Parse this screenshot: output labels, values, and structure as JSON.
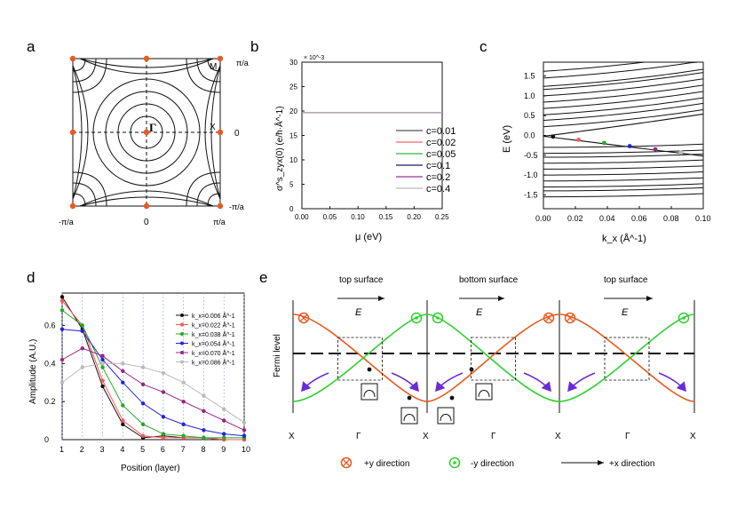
{
  "panel_labels": [
    "a",
    "b",
    "c",
    "d",
    "e"
  ],
  "panel_a": {
    "x_ticks": [
      "-π/a",
      "0",
      "π/a"
    ],
    "y_ticks": [
      "π/a",
      "0",
      "-π/a"
    ],
    "points": {
      "gamma": "Γ",
      "x": "X",
      "m": "M"
    }
  },
  "chart_data": [
    {
      "type": "line",
      "panel": "b",
      "xlabel": "μ (eV)",
      "ylabel": "σ^s_zyx(0) (e/ħ·Å^-1)",
      "y_multiplier": "× 10^-3",
      "xlim": [
        0.0,
        0.25
      ],
      "ylim": [
        0,
        30
      ],
      "x_ticks": [
        "0.00",
        "0.05",
        "0.10",
        "0.15",
        "0.20",
        "0.25"
      ],
      "y_ticks": [
        "0",
        "5",
        "10",
        "15",
        "20",
        "25",
        "30"
      ],
      "legend_position": "bottom-right",
      "series": [
        {
          "name": "c=0.01",
          "color": "#555555",
          "x": [
            0,
            0.25
          ],
          "y": [
            19.7,
            19.7
          ]
        },
        {
          "name": "c=0.02",
          "color": "#ff6666",
          "x": [
            0,
            0.25
          ],
          "y": [
            19.7,
            19.7
          ]
        },
        {
          "name": "c=0.05",
          "color": "#33bb33",
          "x": [
            0,
            0.25
          ],
          "y": [
            19.7,
            19.7
          ]
        },
        {
          "name": "c=0.1",
          "color": "#1a1a66",
          "x": [
            0,
            0.25
          ],
          "y": [
            19.7,
            19.7
          ]
        },
        {
          "name": "c=0.2",
          "color": "#993399",
          "x": [
            0,
            0.25
          ],
          "y": [
            19.7,
            19.7
          ]
        },
        {
          "name": "c=0.4",
          "color": "#bbbbbb",
          "x": [
            0,
            0.25
          ],
          "y": [
            19.7,
            19.7
          ]
        }
      ]
    },
    {
      "type": "line",
      "panel": "c",
      "xlabel": "k_x (Å^-1)",
      "ylabel": "E (eV)",
      "xlim": [
        0.0,
        0.1
      ],
      "ylim": [
        -1.85,
        1.85
      ],
      "x_ticks": [
        "0.00",
        "0.02",
        "0.04",
        "0.06",
        "0.08",
        "0.10"
      ],
      "y_ticks": [
        "1.5",
        "1.0",
        "0.5",
        "0.0",
        "-0.5",
        "-1.0",
        "-1.5"
      ],
      "conduction_band_energies_at_kx0": [
        0.22,
        0.38,
        0.52,
        0.68,
        0.84,
        1.0,
        1.16,
        1.24,
        1.45,
        1.62
      ],
      "valence_band_energies_at_kx0": [
        -0.3,
        -0.45,
        -0.55,
        -0.7,
        -0.85,
        -1.0,
        -1.15,
        -1.3,
        -1.4,
        -1.55
      ],
      "surface_state_points": [
        {
          "kx": 0.006,
          "E": -0.03,
          "color": "#111111"
        },
        {
          "kx": 0.022,
          "E": -0.11,
          "color": "#ff5555"
        },
        {
          "kx": 0.038,
          "E": -0.19,
          "color": "#22aa22"
        },
        {
          "kx": 0.054,
          "E": -0.27,
          "color": "#2222dd"
        },
        {
          "kx": 0.07,
          "E": -0.35,
          "color": "#992288"
        },
        {
          "kx": 0.086,
          "E": -0.43,
          "color": "#bbbbbb"
        }
      ]
    },
    {
      "type": "line",
      "panel": "d",
      "xlabel": "Position (layer)",
      "ylabel": "Amplitude (A.U.)",
      "x": [
        1,
        2,
        3,
        4,
        5,
        6,
        7,
        8,
        9,
        10
      ],
      "ylim": [
        0,
        0.77
      ],
      "legend_position": "top-right",
      "series": [
        {
          "name": "k_x=0.006 Å^-1",
          "color": "#111111",
          "values": [
            0.75,
            0.58,
            0.28,
            0.08,
            0.01,
            0.02,
            0.01,
            0.01,
            0.0,
            0.0
          ]
        },
        {
          "name": "k_x=0.022 Å^-1",
          "color": "#ff5555",
          "values": [
            0.73,
            0.6,
            0.31,
            0.1,
            0.02,
            0.01,
            0.01,
            0.01,
            0.0,
            0.0
          ]
        },
        {
          "name": "k_x=0.038 Å^-1",
          "color": "#22aa22",
          "values": [
            0.68,
            0.6,
            0.38,
            0.18,
            0.08,
            0.03,
            0.02,
            0.01,
            0.01,
            0.01
          ]
        },
        {
          "name": "k_x=0.054 Å^-1",
          "color": "#2222dd",
          "values": [
            0.58,
            0.57,
            0.42,
            0.3,
            0.19,
            0.12,
            0.08,
            0.05,
            0.03,
            0.02
          ]
        },
        {
          "name": "k_x=0.070 Å^-1",
          "color": "#992288",
          "values": [
            0.42,
            0.48,
            0.44,
            0.36,
            0.29,
            0.25,
            0.2,
            0.15,
            0.1,
            0.05
          ]
        },
        {
          "name": "k_x=0.086 Å^-1",
          "color": "#bbbbbb",
          "values": [
            0.3,
            0.38,
            0.4,
            0.4,
            0.38,
            0.35,
            0.3,
            0.23,
            0.16,
            0.09
          ]
        }
      ]
    }
  ],
  "panel_e": {
    "surface_labels": [
      "top surface",
      "bottom surface",
      "top surface"
    ],
    "field_label": "E",
    "fermi_label": "Fermi level",
    "k_labels": [
      "X",
      "Γ",
      "X",
      "Γ",
      "X",
      "Γ",
      "X"
    ],
    "legend": {
      "plus_y": "+y direction",
      "minus_y": "-y direction",
      "plus_x": "+x direction"
    },
    "colors": {
      "orange": "#e85a1e",
      "green": "#2ed12e",
      "purple": "#6a2bd6"
    }
  }
}
